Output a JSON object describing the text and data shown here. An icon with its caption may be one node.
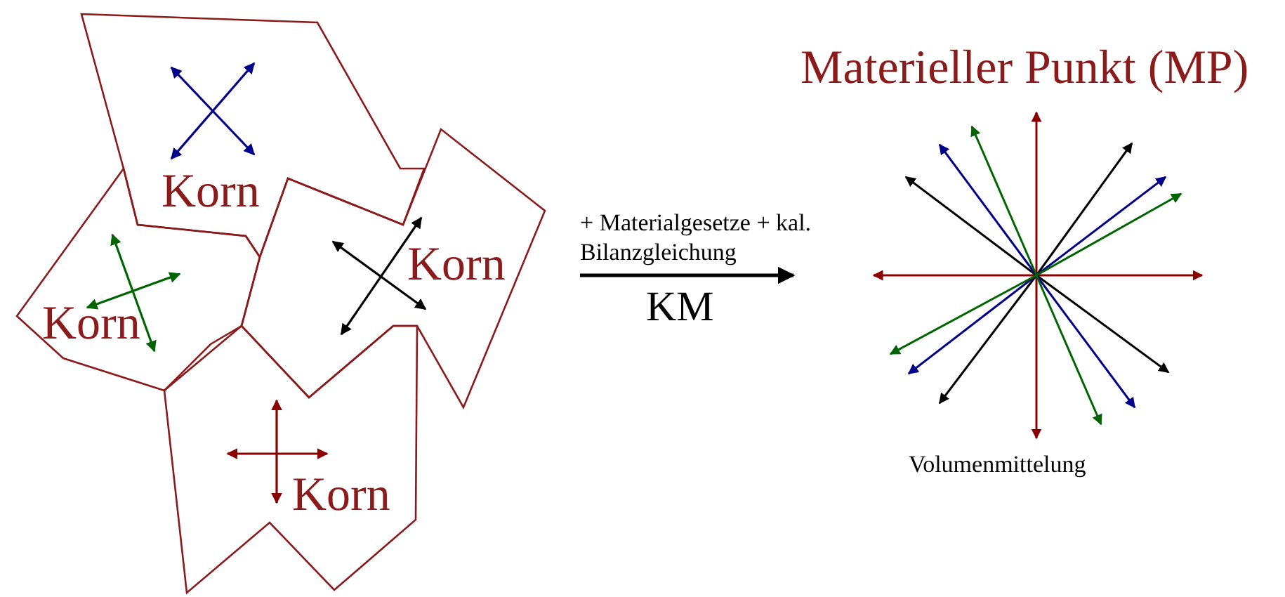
{
  "diagram": {
    "nodes": [
      {
        "text": [
          "Korn"
        ]
      },
      {
        "text": [
          "Korn"
        ]
      },
      {
        "text": [
          "Korn"
        ]
      },
      {
        "text": [
          "Korn"
        ]
      },
      {
        "text": [
          "Materieller Punkt (MP)"
        ],
        "beside": [
          "Volumenmittelung"
        ]
      }
    ],
    "edges": [
      {
        "from": null,
        "to": 4,
        "arrow": "to",
        "label": "+ Materialgesetze + kal. Bilanzgleichung"
      }
    ],
    "labels": [
      "KM"
    ]
  }
}
